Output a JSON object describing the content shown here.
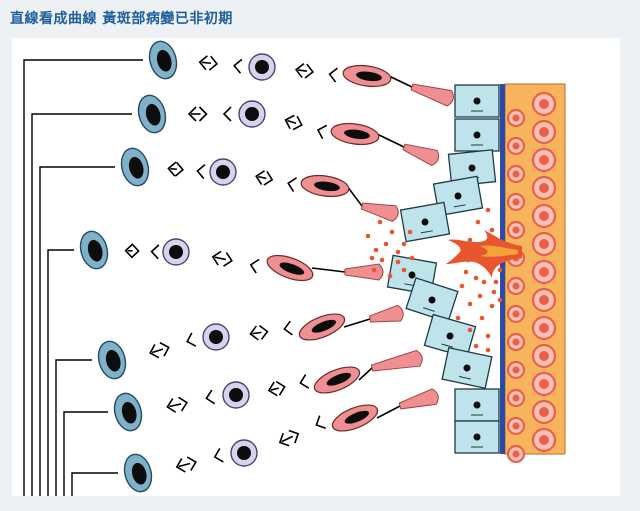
{
  "page": {
    "title": "直線看成曲線 黃斑部病變已非初期"
  },
  "diagram": {
    "subject": "retina-cross-section-macular-degeneration",
    "colors": {
      "frame_background": "#ffffff",
      "title_text": "#1f5f9c",
      "ganglion_cell_fill": "#7fb2c8",
      "bipolar_cell_fill": "#d9d2ea",
      "photoreceptor_fill": "#ef8f92",
      "rpe_cell_fill": "#bfe3ea",
      "bruchs_membrane": "#2b49a8",
      "choroid_fill": "#f7b45c",
      "choroid_vessel": "#e8624a",
      "leakage": "#e8552f",
      "nucleus": "#0d0d0d",
      "nerve_fiber": "#000000"
    },
    "icons": {
      "blood_leak": "flame-burst",
      "synapse": "chevron-pair"
    }
  }
}
